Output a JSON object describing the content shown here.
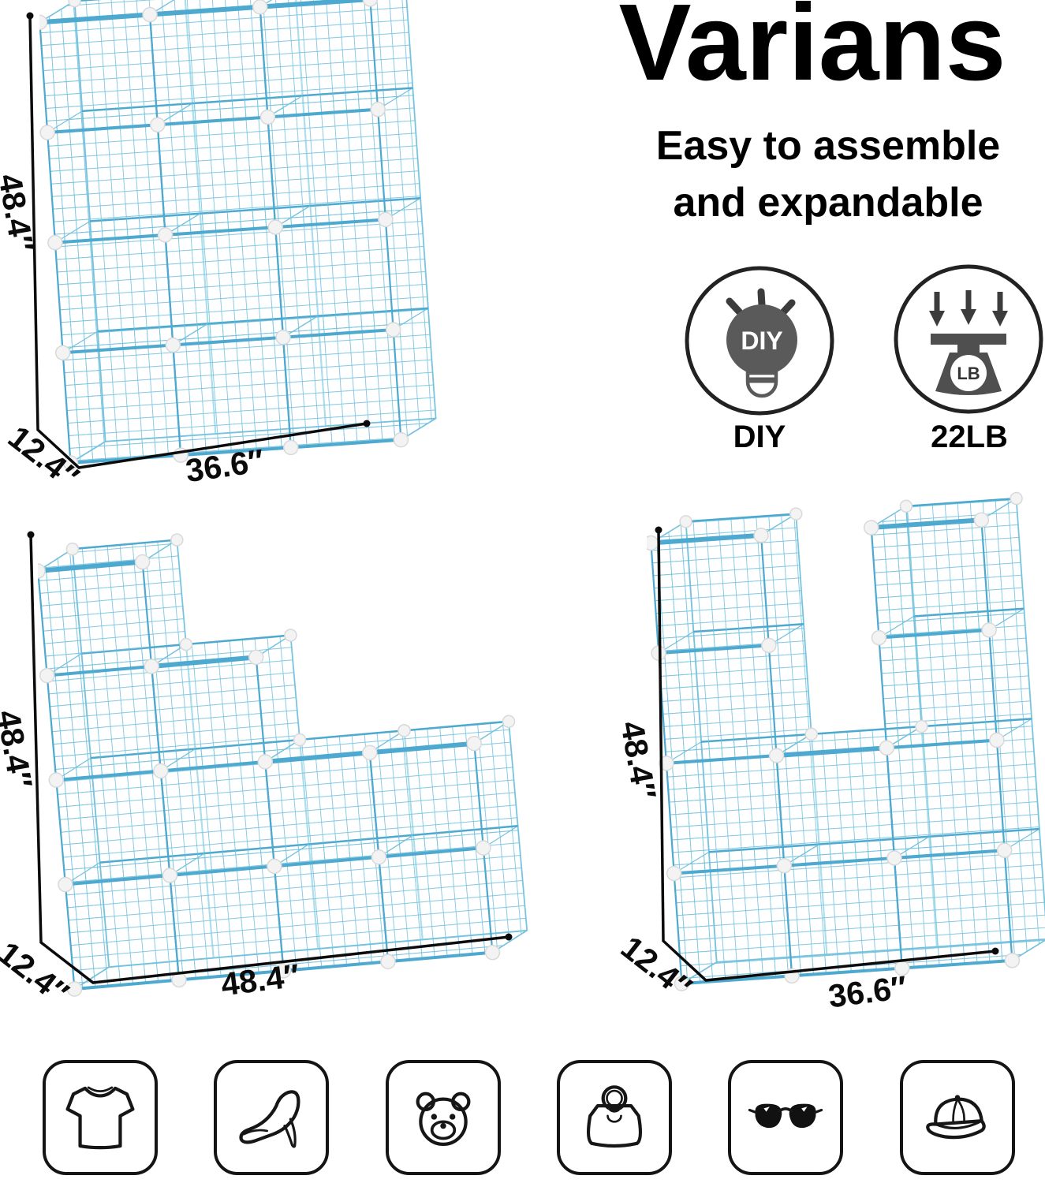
{
  "brand": {
    "title": "Varians",
    "subtitle_line1": "Easy to assemble",
    "subtitle_line2": "and expandable"
  },
  "features": [
    {
      "name": "diy",
      "icon": "diy-lightbulb-icon",
      "bulb_text": "DIY",
      "label": "DIY"
    },
    {
      "name": "max-load",
      "icon": "weight-scale-icon",
      "scale_text": "LB",
      "label": "22LB"
    }
  ],
  "units": [
    {
      "name": "cube-organizer-3x4",
      "columns": [
        4,
        4,
        4
      ],
      "height": "48.4″",
      "depth": "12.4″",
      "width": "36.6″"
    },
    {
      "name": "cube-organizer-staircase",
      "columns": [
        4,
        3,
        2,
        2
      ],
      "height": "48.4″",
      "depth": "12.4″",
      "width": "48.4″"
    },
    {
      "name": "cube-organizer-double-tower",
      "columns": [
        4,
        2,
        4
      ],
      "height": "48.4″",
      "depth": "12.4″",
      "width": "36.6″"
    }
  ],
  "category_icons": [
    "tshirt-icon",
    "high-heel-icon",
    "teddy-bear-icon",
    "handbag-icon",
    "sunglasses-icon",
    "baseball-cap-icon"
  ],
  "colors": {
    "wire": "#74c2dd",
    "wire_dark": "#4da9cf",
    "wire_back": "#abdeec",
    "connector": "#f3f3f3",
    "connector_edge": "#d9d9d9",
    "dimension": "#0b0b0b"
  }
}
